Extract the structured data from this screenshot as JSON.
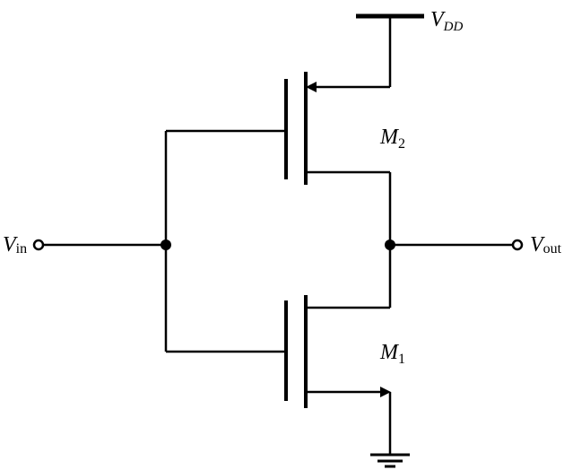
{
  "labels": {
    "vdd": {
      "main": "V",
      "sub": "DD"
    },
    "vin": {
      "main": "V",
      "sub": "in"
    },
    "vout": {
      "main": "V",
      "sub": "out"
    },
    "m1": {
      "main": "M",
      "sub": "1"
    },
    "m2": {
      "main": "M",
      "sub": "2"
    }
  },
  "colors": {
    "stroke": "#000000",
    "background": "#ffffff"
  }
}
